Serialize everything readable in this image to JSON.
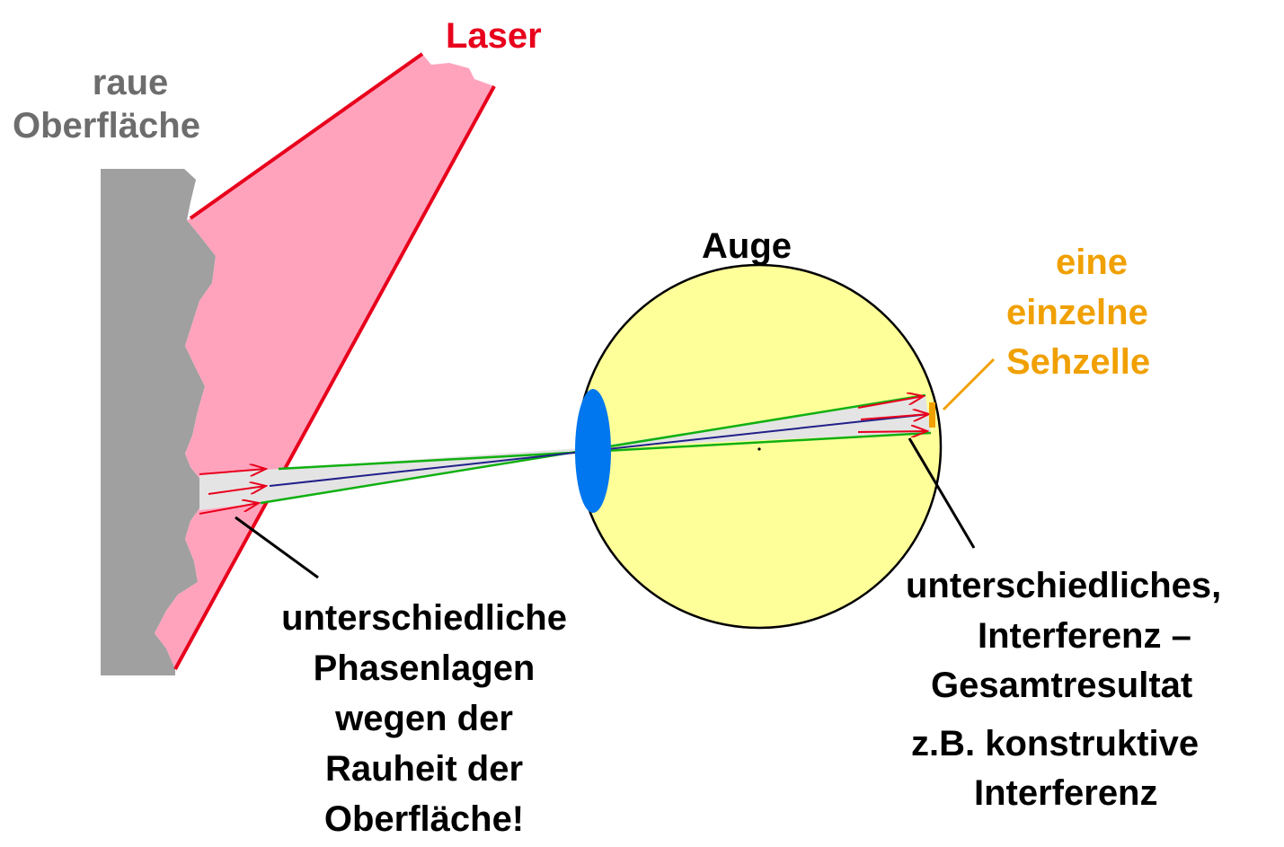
{
  "labels": {
    "surface_line1": "raue",
    "surface_line2": "Oberfläche",
    "laser": "Laser",
    "eye": "Auge",
    "cell_line1": "eine",
    "cell_line2": "einzelne",
    "cell_line3": "Sehzelle",
    "phase_line1": "unterschiedliche",
    "phase_line2": "Phasenlagen",
    "phase_line3": "wegen der",
    "phase_line4": "Rauheit der",
    "phase_line5": "Oberfläche!",
    "result_line1": "unterschiedliches,",
    "result_line2": "Interferenz –",
    "result_line3": "Gesamtresultat",
    "result_line4": "z.B. konstruktive",
    "result_line5": "Interferenz"
  },
  "colors": {
    "surface": "#a0a0a0",
    "laser_beam": "#ffa3bd",
    "laser_edge": "#e8001c",
    "eye": "#ffff99",
    "lens": "#0077ee",
    "ray_green": "#10b010",
    "ray_red": "#e8001c",
    "ray_blue": "#20208a",
    "bundle": "#e4e4e4",
    "cell": "#f0a000"
  }
}
